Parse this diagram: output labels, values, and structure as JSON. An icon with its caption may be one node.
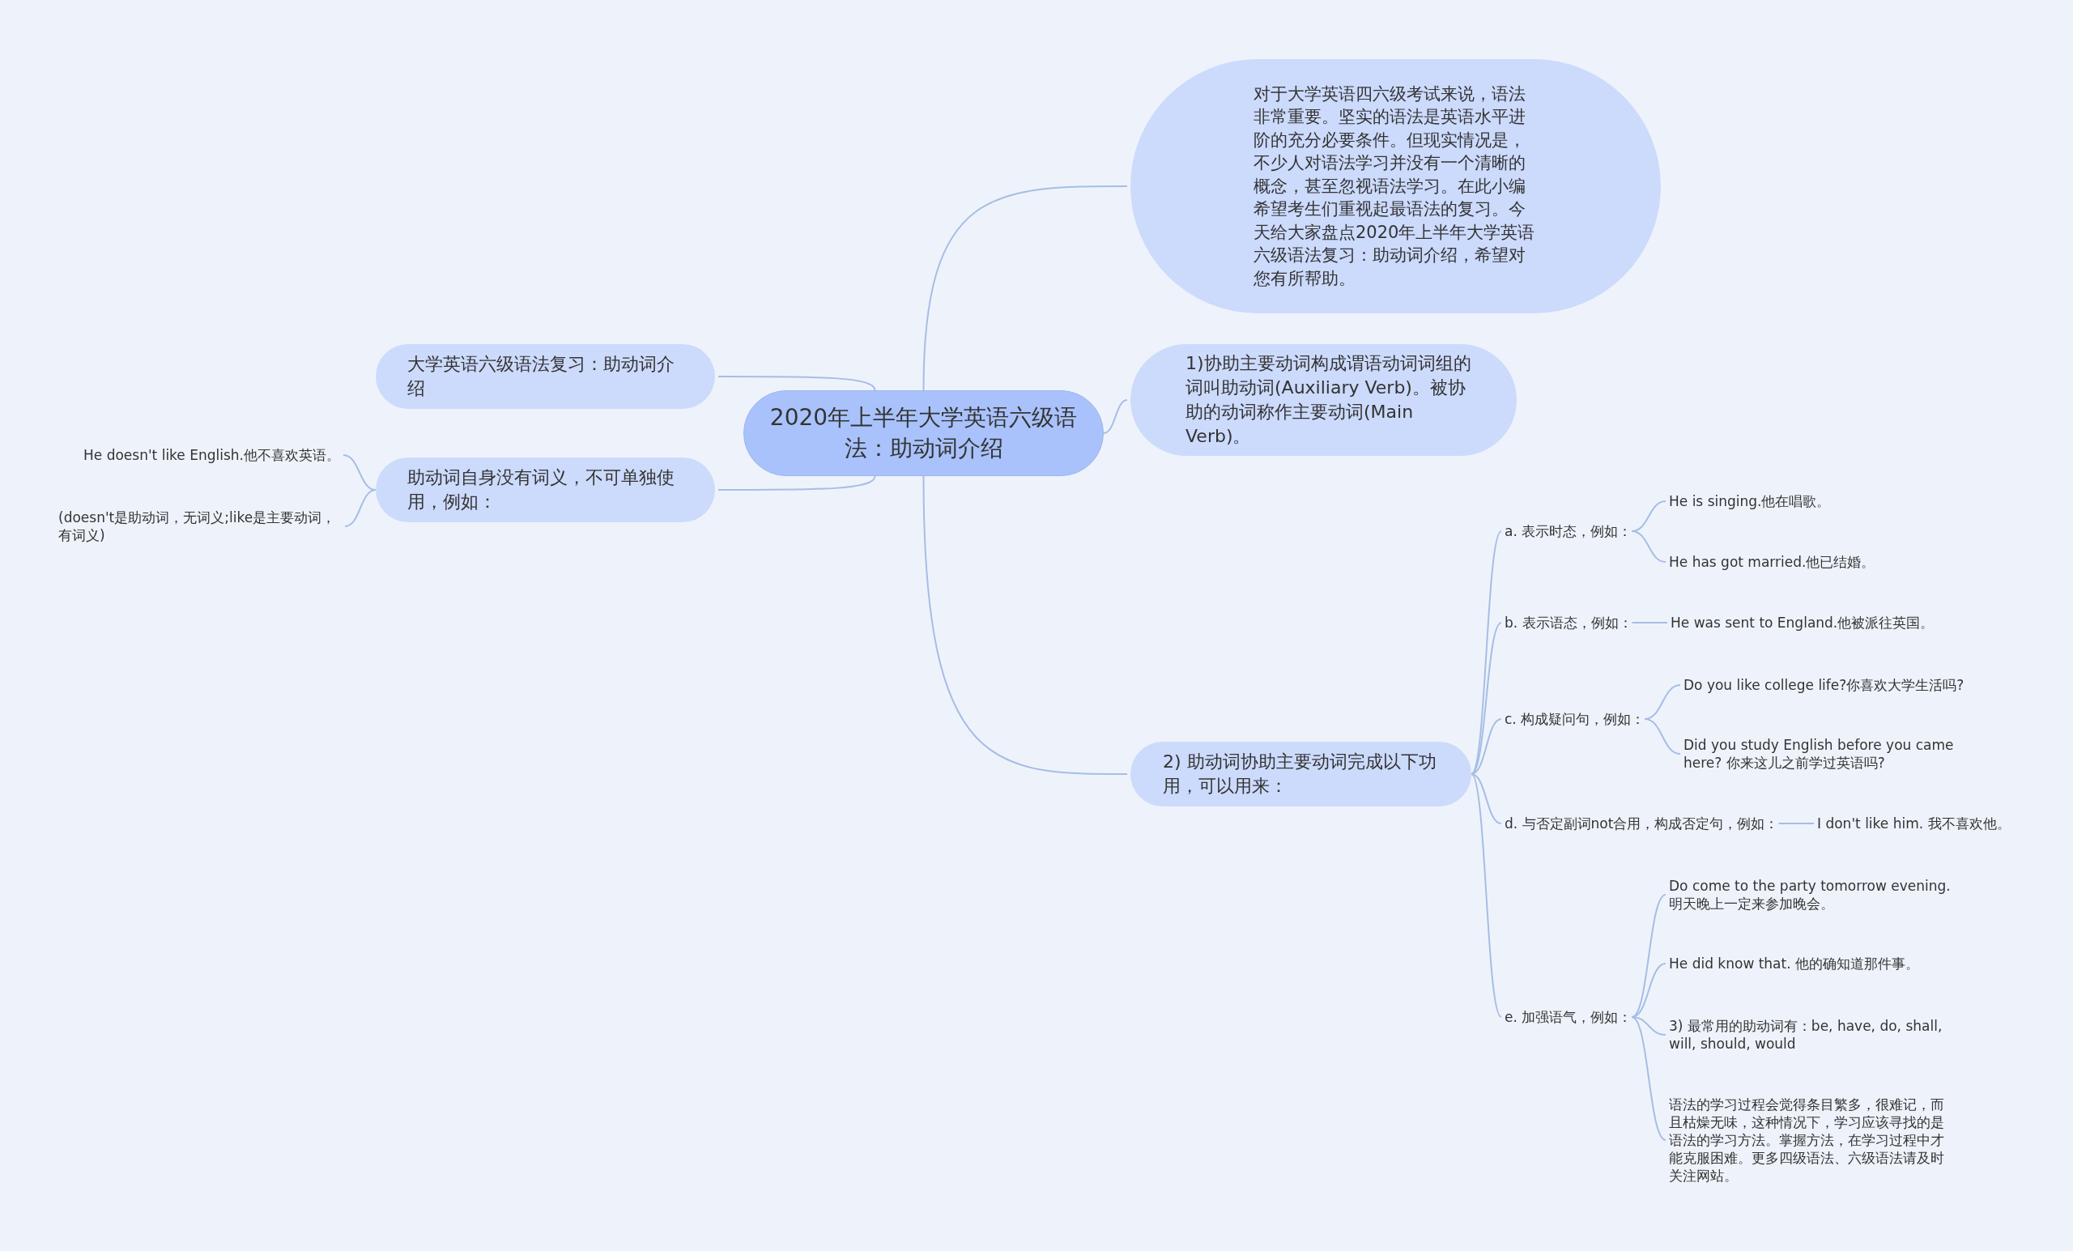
{
  "diagram": {
    "nodes": [
      {
        "text": [
          "2020年上半年大学英语六级语法：助动词介绍"
        ]
      },
      {
        "text": [
          "对于大学英语四六级考试来说，语法非常重要。坚实的语法是英语水平进阶的充分必要条件。但现实情况是，不少人对语法学习并没有一个清晰的概念，甚至忽视语法学习。在此小编希望考生们重视起最语法的复习。今天给大家盘点2020年上半年大学英语六级语法复习：助动词介绍，希望对您有所帮助。"
        ]
      },
      {
        "text": [
          "1)协助主要动词构成谓语动词词组的词叫助动词(Auxiliary Verb)。被协助的动词称作主要动词(Main Verb)。"
        ]
      },
      {
        "text": [
          "2) 助动词协助主要动词完成以下功用，可以用来："
        ]
      },
      {
        "text": [
          "大学英语六级语法复习：助动词介绍"
        ]
      },
      {
        "text": [
          "助动词自身没有词义，不可单独使用，例如："
        ]
      },
      {
        "text": [
          "He doesn't like English.他不喜欢英语。"
        ]
      },
      {
        "text": [
          "(doesn't是助动词，无词义;like是主要动词，有词义)"
        ]
      },
      {
        "text": [
          "a. 表示时态，例如："
        ]
      },
      {
        "text": [
          "He is singing.他在唱歌。"
        ]
      },
      {
        "text": [
          "He has got married.他已结婚。"
        ]
      },
      {
        "text": [
          "b. 表示语态，例如："
        ]
      },
      {
        "text": [
          "He was sent to England.他被派往英国。"
        ]
      },
      {
        "text": [
          "c. 构成疑问句，例如："
        ]
      },
      {
        "text": [
          "Do you like college life?你喜欢大学生活吗?"
        ]
      },
      {
        "text": [
          "Did you study English before you came here? 你来这儿之前学过英语吗?"
        ]
      },
      {
        "text": [
          "d. 与否定副词not合用，构成否定句，例如："
        ]
      },
      {
        "text": [
          "I don't like him. 我不喜欢他。"
        ]
      },
      {
        "text": [
          "e. 加强语气，例如："
        ]
      },
      {
        "text": [
          "Do come to the party tomorrow evening. 明天晚上一定来参加晚会。"
        ]
      },
      {
        "text": [
          "He did know that. 他的确知道那件事。"
        ]
      },
      {
        "text": [
          "3) 最常用的助动词有：be, have, do, shall, will, should, would"
        ]
      },
      {
        "text": [
          "语法的学习过程会觉得条目繁多，很难记，而且枯燥无味，这种情况下，学习应该寻找的是语法的学习方法。掌握方法，在学习过程中才能克服困难。更多四级语法、六级语法请及时关注网站。"
        ]
      }
    ],
    "edges": [
      {
        "from": 0,
        "to": 1,
        "arrow": "none"
      },
      {
        "from": 0,
        "to": 2,
        "arrow": "none"
      },
      {
        "from": 0,
        "to": 3,
        "arrow": "none"
      },
      {
        "from": 0,
        "to": 4,
        "arrow": "none"
      },
      {
        "from": 0,
        "to": 5,
        "arrow": "none"
      },
      {
        "from": 5,
        "to": 6,
        "arrow": "none"
      },
      {
        "from": 5,
        "to": 7,
        "arrow": "none"
      },
      {
        "from": 3,
        "to": 8,
        "arrow": "none"
      },
      {
        "from": 3,
        "to": 11,
        "arrow": "none"
      },
      {
        "from": 3,
        "to": 13,
        "arrow": "none"
      },
      {
        "from": 3,
        "to": 16,
        "arrow": "none"
      },
      {
        "from": 3,
        "to": 18,
        "arrow": "none"
      },
      {
        "from": 8,
        "to": 9,
        "arrow": "none"
      },
      {
        "from": 8,
        "to": 10,
        "arrow": "none"
      },
      {
        "from": 11,
        "to": 12,
        "arrow": "none"
      },
      {
        "from": 13,
        "to": 14,
        "arrow": "none"
      },
      {
        "from": 13,
        "to": 15,
        "arrow": "none"
      },
      {
        "from": 16,
        "to": 17,
        "arrow": "none"
      },
      {
        "from": 18,
        "to": 19,
        "arrow": "none"
      },
      {
        "from": 18,
        "to": 20,
        "arrow": "none"
      },
      {
        "from": 18,
        "to": 21,
        "arrow": "none"
      },
      {
        "from": 18,
        "to": 22,
        "arrow": "none"
      }
    ]
  }
}
